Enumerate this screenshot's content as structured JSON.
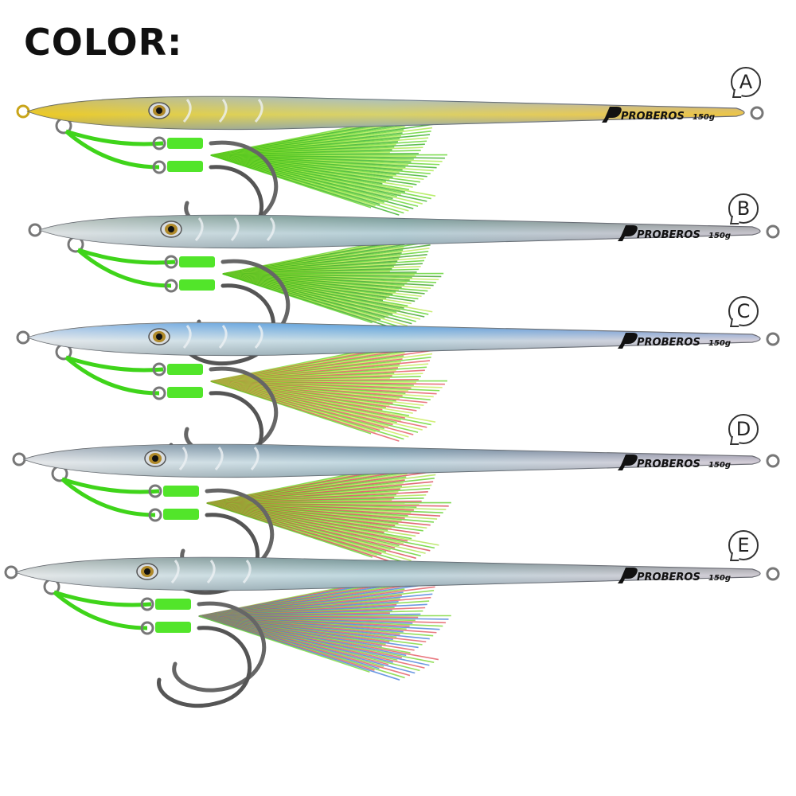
{
  "heading": "COLOR:",
  "brand": {
    "name": "PROBEROS",
    "weight": "150g"
  },
  "variants": [
    {
      "letter": "A",
      "top_color": "#9fa3aa",
      "back_color": "#e9c21a",
      "tail_colors": [
        "#57d11c",
        "#a3e83c",
        "#2aa915"
      ]
    },
    {
      "letter": "B",
      "top_color": "#4f6656",
      "back_color": "#b8bfc2",
      "tail_colors": [
        "#4fcf19",
        "#b8e64a",
        "#2f9c14"
      ]
    },
    {
      "letter": "C",
      "top_color": "#1f6fc9",
      "back_color": "#c8ced4",
      "tail_colors": [
        "#5cd41c",
        "#c4ea4d",
        "#e34a56"
      ]
    },
    {
      "letter": "D",
      "top_color": "#3d4e66",
      "back_color": "#c9ccd1",
      "tail_colors": [
        "#53cc1a",
        "#a9e243",
        "#d73a48"
      ]
    },
    {
      "letter": "E",
      "top_color": "#4d5e58",
      "back_color": "#c5cbcd",
      "tail_colors": [
        "#70d427",
        "#e24c55",
        "#3b77d8"
      ]
    }
  ]
}
